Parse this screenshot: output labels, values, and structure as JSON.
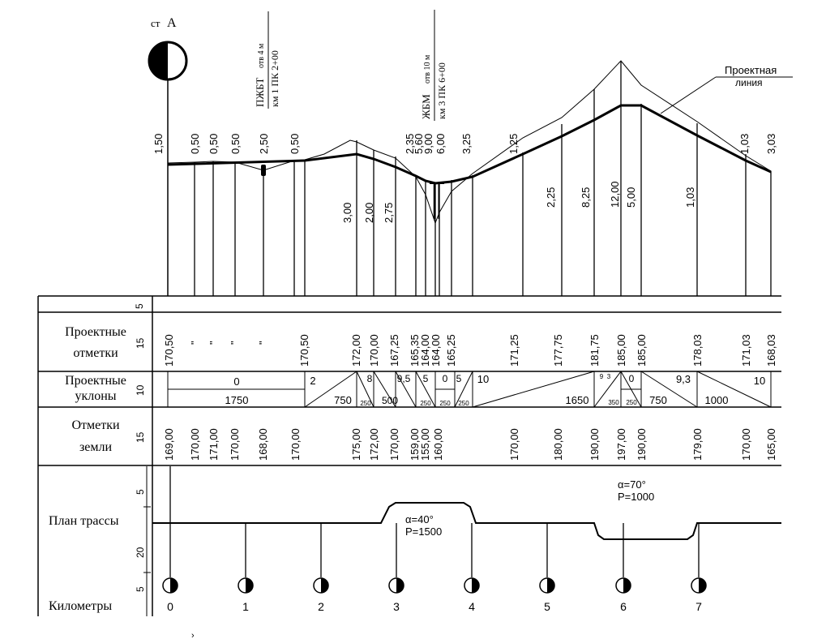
{
  "station": {
    "prefix": "ст",
    "name": "А"
  },
  "structures": [
    {
      "type": "ПЖБТ",
      "opening": "отв 4 м",
      "location": "км 1 ПК 2+00"
    },
    {
      "type": "ЖБМ",
      "opening": "отв 10 м",
      "location": "км 3 ПК 6+00"
    }
  ],
  "design_line_label": {
    "line1": "Проектная",
    "line2": "линия"
  },
  "work_marks": {
    "cut": [
      "1,50",
      "0,50",
      "0,50",
      "0,50",
      "2,50",
      "0,50",
      "2,35",
      "5,60",
      "9,00",
      "6,00",
      "3,25",
      "1,25",
      "1,03",
      "3,03"
    ],
    "fill": [
      "3,00",
      "2,00",
      "2,75",
      "2,25",
      "8,25",
      "12,00",
      "5,00",
      "1,03"
    ]
  },
  "rows": {
    "design_marks": {
      "label1": "Проектные",
      "label2": "отметки",
      "height": "15"
    },
    "design_grades": {
      "label1": "Проектные",
      "label2": "уклоны",
      "height": "10"
    },
    "ground_marks": {
      "label1": "Отметки",
      "label2": "земли",
      "height": "15"
    },
    "route_plan": {
      "label": "План трассы",
      "height_top": "5",
      "height_bottom": "20"
    },
    "kilometers": {
      "label": "Километры",
      "height": "5"
    },
    "top_row_height": "5"
  },
  "design_marks_values": [
    "170,50",
    "\"",
    "\"",
    "\"",
    "\"",
    "170,50",
    "172,00",
    "170,00",
    "167,25",
    "165,35",
    "164,00",
    "164,00",
    "165,25",
    "171,25",
    "177,75",
    "181,75",
    "185,00",
    "185,00",
    "178,03",
    "171,03",
    "168,03"
  ],
  "ground_marks_values": [
    "169,00",
    "170,00",
    "171,00",
    "170,00",
    "168,00",
    "170,00",
    "175,00",
    "172,00",
    "170,00",
    "159,00",
    "155,00",
    "160,00",
    "170,00",
    "180,00",
    "190,00",
    "197,00",
    "190,00",
    "179,00",
    "170,00",
    "165,00"
  ],
  "grades": [
    {
      "grade": "0",
      "length": "1750"
    },
    {
      "grade": "2",
      "length": "750"
    },
    {
      "grade": "8",
      "length": "250"
    },
    {
      "grade": "9,5",
      "length": "500"
    },
    {
      "grade": "5",
      "length": "250"
    },
    {
      "grade": "0",
      "length": "250"
    },
    {
      "grade": "5",
      "length": "250"
    },
    {
      "grade": "10",
      "length": "1650"
    },
    {
      "grade": "9",
      "length": "350"
    },
    {
      "grade": "3",
      "length": ""
    },
    {
      "grade": "0",
      "length": "250"
    },
    {
      "grade": "9,3",
      "length": "750"
    },
    {
      "grade": "10",
      "length": "1000"
    }
  ],
  "curves": [
    {
      "alpha": "α=40°",
      "radius": "Р=1500"
    },
    {
      "alpha": "α=70°",
      "radius": "Р=1000"
    }
  ],
  "kilometers_values": [
    "0",
    "1",
    "2",
    "3",
    "4",
    "5",
    "6",
    "7"
  ]
}
